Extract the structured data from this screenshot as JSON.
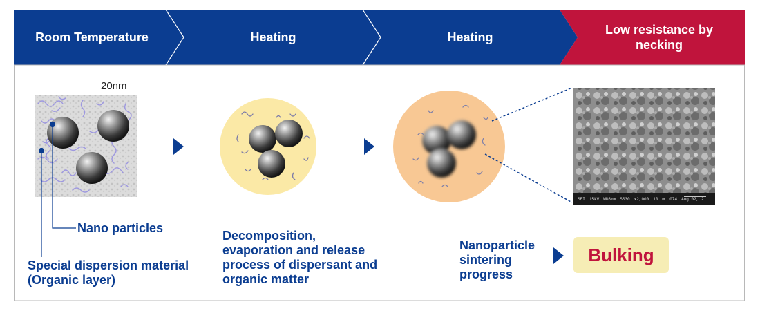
{
  "stages": [
    {
      "label": "Room Temperature"
    },
    {
      "label": "Heating"
    },
    {
      "label": "Heating"
    },
    {
      "label": "Low resistance by\nnecking"
    }
  ],
  "scale_label": "20nm",
  "captions": {
    "nano_particles": "Nano particles",
    "dispersion_line1": "Special dispersion material",
    "dispersion_line2": "(Organic layer)",
    "decomp_line1": "Decomposition,",
    "decomp_line2": "evaporation and release",
    "decomp_line3": "process of dispersant  and",
    "decomp_line4": "organic matter",
    "sinter_line1": "Nanoparticle",
    "sinter_line2": "sintering",
    "sinter_line3": "progress",
    "bulking": "Bulking"
  },
  "sem_footer": [
    "SEI",
    "15kV",
    "WD8mm",
    "SS30",
    "x2,000",
    "10 µm",
    "074",
    "Aug 02, 2"
  ],
  "colors": {
    "banner_blue": "#0b3d91",
    "banner_red": "#c0143c",
    "text_blue": "#0b3d91",
    "circle_yellow": "#fbe9a6",
    "circle_orange": "#f8c894",
    "bulking_bg": "#f6edb5",
    "bulking_text": "#c0143c"
  }
}
